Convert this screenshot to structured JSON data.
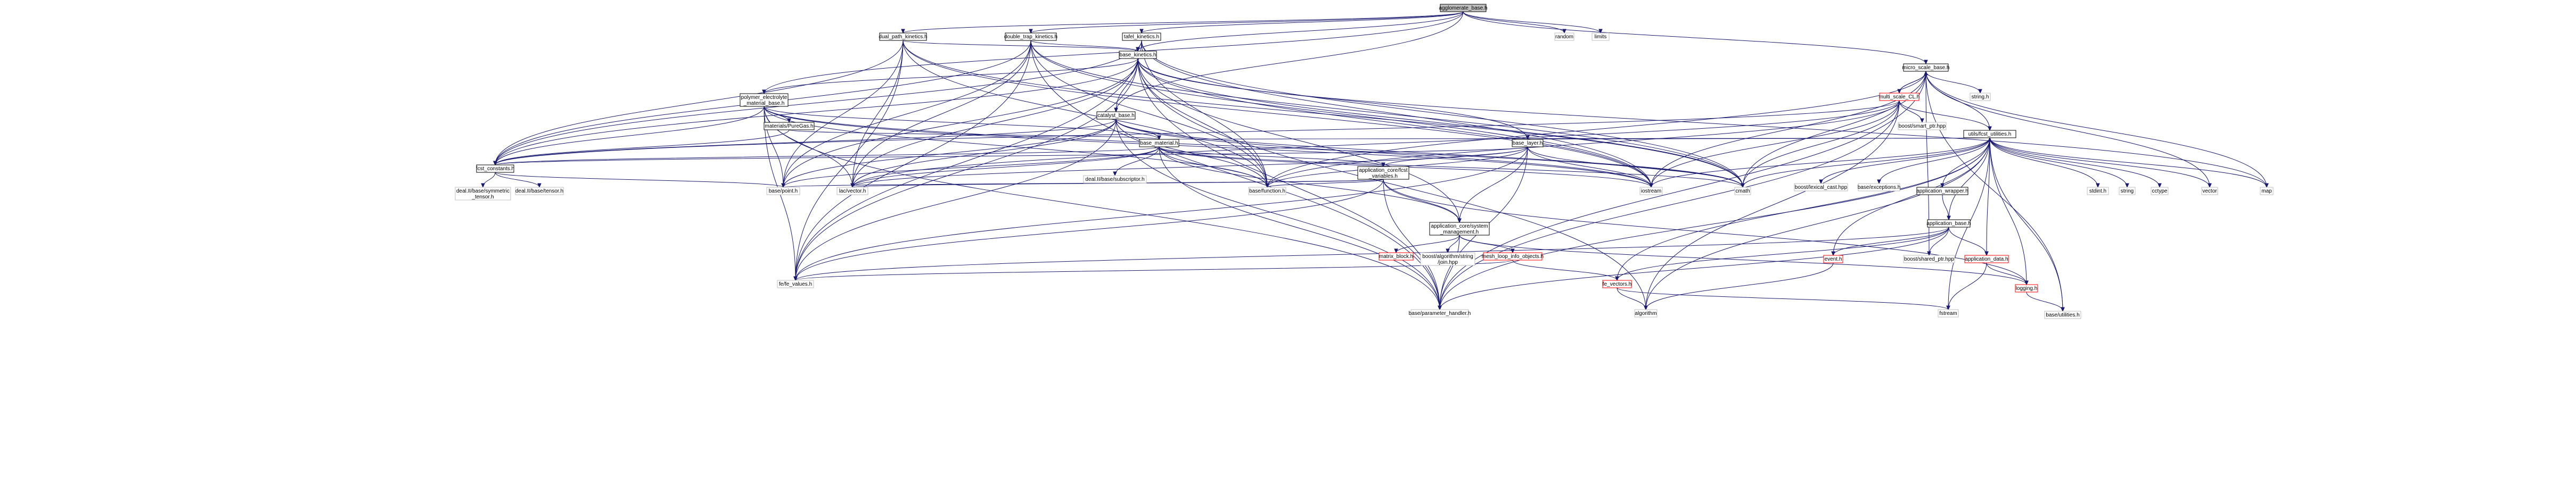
{
  "graph": {
    "nodes": [
      {
        "id": "agglomerate_base",
        "lines": [
          "agglomerate_base.h"
        ],
        "style": "root"
      },
      {
        "id": "dual_path_kinetics",
        "lines": [
          "dual_path_kinetics.h"
        ],
        "style": "normal"
      },
      {
        "id": "double_trap_kinetics",
        "lines": [
          "double_trap_kinetics.h"
        ],
        "style": "normal"
      },
      {
        "id": "tafel_kinetics",
        "lines": [
          "tafel_kinetics.h"
        ],
        "style": "normal"
      },
      {
        "id": "random",
        "lines": [
          "random"
        ],
        "style": "gray"
      },
      {
        "id": "limits",
        "lines": [
          "limits"
        ],
        "style": "gray"
      },
      {
        "id": "base_kinetics",
        "lines": [
          "base_kinetics.h"
        ],
        "style": "normal"
      },
      {
        "id": "polymer_electrolyte",
        "lines": [
          "polymer_electrolyte",
          "_material_base.h"
        ],
        "style": "normal"
      },
      {
        "id": "materials_puregas",
        "lines": [
          "materials/PureGas.h"
        ],
        "style": "normal"
      },
      {
        "id": "catalyst_base",
        "lines": [
          "catalyst_base.h"
        ],
        "style": "normal"
      },
      {
        "id": "base_material",
        "lines": [
          "base_material.h"
        ],
        "style": "normal"
      },
      {
        "id": "base_layer",
        "lines": [
          "base_layer.h"
        ],
        "style": "normal"
      },
      {
        "id": "application_core_fcst_variables",
        "lines": [
          "application_core/fcst",
          "_variables.h"
        ],
        "style": "normal"
      },
      {
        "id": "application_core_system_management",
        "lines": [
          "application_core/system",
          "_management.h"
        ],
        "style": "normal"
      },
      {
        "id": "fcst_constants",
        "lines": [
          "fcst_constants.h"
        ],
        "style": "normal"
      },
      {
        "id": "deal_subscriptor",
        "lines": [
          "deal.II/base/subscriptor.h"
        ],
        "style": "gray"
      },
      {
        "id": "deal_symmetric_tensor",
        "lines": [
          "deal.II/base/symmetric",
          "_tensor.h"
        ],
        "style": "gray"
      },
      {
        "id": "deal_tensor",
        "lines": [
          "deal.II/base/tensor.h"
        ],
        "style": "gray"
      },
      {
        "id": "base_point",
        "lines": [
          "base/point.h"
        ],
        "style": "gray"
      },
      {
        "id": "lac_vector",
        "lines": [
          "lac/vector.h"
        ],
        "style": "gray"
      },
      {
        "id": "base_function",
        "lines": [
          "base/function.h"
        ],
        "style": "gray"
      },
      {
        "id": "fe_fe_values",
        "lines": [
          "fe/fe_values.h"
        ],
        "style": "gray"
      },
      {
        "id": "base_parameter_handler",
        "lines": [
          "base/parameter_handler.h"
        ],
        "style": "gray"
      },
      {
        "id": "matrix_block",
        "lines": [
          "matrix_block.h"
        ],
        "style": "red"
      },
      {
        "id": "boost_algorithm_string",
        "lines": [
          "boost/algorithm/string",
          "/join.hpp"
        ],
        "style": "gray"
      },
      {
        "id": "mesh_loop_info_objects",
        "lines": [
          "mesh_loop_info_objects.h"
        ],
        "style": "red"
      },
      {
        "id": "iostream",
        "lines": [
          "iostream"
        ],
        "style": "gray"
      },
      {
        "id": "cmath",
        "lines": [
          "cmath"
        ],
        "style": "gray"
      },
      {
        "id": "micro_scale_base",
        "lines": [
          "micro_scale_base.h"
        ],
        "style": "normal"
      },
      {
        "id": "string_h",
        "lines": [
          "string.h"
        ],
        "style": "gray"
      },
      {
        "id": "multi_scale_cl",
        "lines": [
          "multi_scale_CL.h"
        ],
        "style": "red"
      },
      {
        "id": "boost_smart_ptr",
        "lines": [
          "boost/smart_ptr.hpp"
        ],
        "style": "gray"
      },
      {
        "id": "utils_fcst_utilities",
        "lines": [
          "utils/fcst_utilities.h"
        ],
        "style": "normal"
      },
      {
        "id": "boost_lexical_cast",
        "lines": [
          "boost/lexical_cast.hpp"
        ],
        "style": "gray"
      },
      {
        "id": "base_exceptions",
        "lines": [
          "base/exceptions.h"
        ],
        "style": "gray"
      },
      {
        "id": "application_wrapper",
        "lines": [
          "application_wrapper.h"
        ],
        "style": "normal"
      },
      {
        "id": "application_base",
        "lines": [
          "application_base.h"
        ],
        "style": "normal"
      },
      {
        "id": "event_h",
        "lines": [
          "event.h"
        ],
        "style": "red"
      },
      {
        "id": "boost_shared_ptr",
        "lines": [
          "boost/shared_ptr.hpp"
        ],
        "style": "gray"
      },
      {
        "id": "application_data",
        "lines": [
          "application_data.h"
        ],
        "style": "red"
      },
      {
        "id": "fe_vectors",
        "lines": [
          "fe_vectors.h"
        ],
        "style": "red"
      },
      {
        "id": "algorithm",
        "lines": [
          "algorithm"
        ],
        "style": "gray"
      },
      {
        "id": "fstream",
        "lines": [
          "fstream"
        ],
        "style": "gray"
      },
      {
        "id": "logging_h",
        "lines": [
          "logging.h"
        ],
        "style": "red"
      },
      {
        "id": "base_utilities",
        "lines": [
          "base/utilities.h"
        ],
        "style": "gray"
      },
      {
        "id": "stdint_h",
        "lines": [
          "stdint.h"
        ],
        "style": "gray"
      },
      {
        "id": "string",
        "lines": [
          "string"
        ],
        "style": "gray"
      },
      {
        "id": "cctype",
        "lines": [
          "cctype"
        ],
        "style": "gray"
      },
      {
        "id": "vector",
        "lines": [
          "vector"
        ],
        "style": "gray"
      },
      {
        "id": "map",
        "lines": [
          "map"
        ],
        "style": "gray"
      }
    ],
    "edges": [
      [
        "agglomerate_base",
        "dual_path_kinetics"
      ],
      [
        "agglomerate_base",
        "double_trap_kinetics"
      ],
      [
        "agglomerate_base",
        "tafel_kinetics"
      ],
      [
        "agglomerate_base",
        "random"
      ],
      [
        "agglomerate_base",
        "limits"
      ],
      [
        "agglomerate_base",
        "base_kinetics"
      ],
      [
        "agglomerate_base",
        "polymer_electrolyte"
      ],
      [
        "agglomerate_base",
        "catalyst_base"
      ],
      [
        "agglomerate_base",
        "micro_scale_base"
      ],
      [
        "dual_path_kinetics",
        "base_kinetics"
      ],
      [
        "dual_path_kinetics",
        "fcst_constants"
      ],
      [
        "dual_path_kinetics",
        "base_function"
      ],
      [
        "dual_path_kinetics",
        "fe_fe_values"
      ],
      [
        "dual_path_kinetics",
        "lac_vector"
      ],
      [
        "dual_path_kinetics",
        "base_point"
      ],
      [
        "dual_path_kinetics",
        "iostream"
      ],
      [
        "dual_path_kinetics",
        "cmath"
      ],
      [
        "double_trap_kinetics",
        "base_kinetics"
      ],
      [
        "double_trap_kinetics",
        "fcst_constants"
      ],
      [
        "double_trap_kinetics",
        "base_function"
      ],
      [
        "double_trap_kinetics",
        "fe_fe_values"
      ],
      [
        "double_trap_kinetics",
        "base_point"
      ],
      [
        "double_trap_kinetics",
        "lac_vector"
      ],
      [
        "double_trap_kinetics",
        "iostream"
      ],
      [
        "double_trap_kinetics",
        "cmath"
      ],
      [
        "double_trap_kinetics",
        "base_parameter_handler"
      ],
      [
        "tafel_kinetics",
        "base_kinetics"
      ],
      [
        "tafel_kinetics",
        "fcst_constants"
      ],
      [
        "tafel_kinetics",
        "base_function"
      ],
      [
        "tafel_kinetics",
        "fe_fe_values"
      ],
      [
        "tafel_kinetics",
        "iostream"
      ],
      [
        "tafel_kinetics",
        "cmath"
      ],
      [
        "base_kinetics",
        "polymer_electrolyte"
      ],
      [
        "base_kinetics",
        "catalyst_base"
      ],
      [
        "base_kinetics",
        "base_layer"
      ],
      [
        "base_kinetics",
        "fcst_constants"
      ],
      [
        "base_kinetics",
        "base_function"
      ],
      [
        "base_kinetics",
        "fe_fe_values"
      ],
      [
        "base_kinetics",
        "lac_vector"
      ],
      [
        "base_kinetics",
        "base_point"
      ],
      [
        "base_kinetics",
        "base_parameter_handler"
      ],
      [
        "base_kinetics",
        "application_core_system_management"
      ],
      [
        "base_kinetics",
        "iostream"
      ],
      [
        "base_kinetics",
        "cmath"
      ],
      [
        "base_kinetics",
        "map"
      ],
      [
        "base_kinetics",
        "algorithm"
      ],
      [
        "polymer_electrolyte",
        "materials_puregas"
      ],
      [
        "polymer_electrolyte",
        "base_material"
      ],
      [
        "polymer_electrolyte",
        "fcst_constants"
      ],
      [
        "polymer_electrolyte",
        "base_function"
      ],
      [
        "polymer_electrolyte",
        "fe_fe_values"
      ],
      [
        "polymer_electrolyte",
        "lac_vector"
      ],
      [
        "polymer_electrolyte",
        "base_point"
      ],
      [
        "polymer_electrolyte",
        "iostream"
      ],
      [
        "polymer_electrolyte",
        "cmath"
      ],
      [
        "polymer_electrolyte",
        "base_parameter_handler"
      ],
      [
        "materials_puregas",
        "base_material"
      ],
      [
        "materials_puregas",
        "fcst_constants"
      ],
      [
        "catalyst_base",
        "base_material"
      ],
      [
        "catalyst_base",
        "fcst_constants"
      ],
      [
        "catalyst_base",
        "base_function"
      ],
      [
        "catalyst_base",
        "lac_vector"
      ],
      [
        "catalyst_base",
        "base_point"
      ],
      [
        "catalyst_base",
        "fe_fe_values"
      ],
      [
        "catalyst_base",
        "iostream"
      ],
      [
        "catalyst_base",
        "cmath"
      ],
      [
        "catalyst_base",
        "base_parameter_handler"
      ],
      [
        "base_material",
        "application_core_fcst_variables"
      ],
      [
        "base_material",
        "application_core_system_management"
      ],
      [
        "base_material",
        "fcst_constants"
      ],
      [
        "base_material",
        "deal_subscriptor"
      ],
      [
        "base_material",
        "base_function"
      ],
      [
        "base_material",
        "lac_vector"
      ],
      [
        "base_material",
        "base_point"
      ],
      [
        "base_material",
        "base_parameter_handler"
      ],
      [
        "base_material",
        "iostream"
      ],
      [
        "base_material",
        "cmath"
      ],
      [
        "base_material",
        "utils_fcst_utilities"
      ],
      [
        "base_layer",
        "application_core_fcst_variables"
      ],
      [
        "base_layer",
        "application_core_system_management"
      ],
      [
        "base_layer",
        "fcst_constants"
      ],
      [
        "base_layer",
        "base_function"
      ],
      [
        "base_layer",
        "lac_vector"
      ],
      [
        "base_layer",
        "fe_fe_values"
      ],
      [
        "base_layer",
        "base_parameter_handler"
      ],
      [
        "base_layer",
        "iostream"
      ],
      [
        "base_layer",
        "cmath"
      ],
      [
        "base_layer",
        "utils_fcst_utilities"
      ],
      [
        "application_core_fcst_variables",
        "application_core_system_management"
      ],
      [
        "application_core_fcst_variables",
        "base_function"
      ],
      [
        "application_core_fcst_variables",
        "lac_vector"
      ],
      [
        "application_core_fcst_variables",
        "base_point"
      ],
      [
        "application_core_fcst_variables",
        "fe_fe_values"
      ],
      [
        "application_core_fcst_variables",
        "base_parameter_handler"
      ],
      [
        "application_core_fcst_variables",
        "logging_h"
      ],
      [
        "application_core_system_management",
        "matrix_block"
      ],
      [
        "application_core_system_management",
        "boost_algorithm_string"
      ],
      [
        "application_core_system_management",
        "mesh_loop_info_objects"
      ],
      [
        "application_core_system_management",
        "base_parameter_handler"
      ],
      [
        "application_core_system_management",
        "logging_h"
      ],
      [
        "mesh_loop_info_objects",
        "fe_fe_values"
      ],
      [
        "mesh_loop_info_objects",
        "fe_vectors"
      ],
      [
        "fcst_constants",
        "deal_symmetric_tensor"
      ],
      [
        "fcst_constants",
        "deal_tensor"
      ],
      [
        "fcst_constants",
        "base_point"
      ],
      [
        "micro_scale_base",
        "multi_scale_cl"
      ],
      [
        "micro_scale_base",
        "string_h"
      ],
      [
        "micro_scale_base",
        "utils_fcst_utilities"
      ],
      [
        "micro_scale_base",
        "base_function"
      ],
      [
        "micro_scale_base",
        "iostream"
      ],
      [
        "micro_scale_base",
        "cmath"
      ],
      [
        "micro_scale_base",
        "base_parameter_handler"
      ],
      [
        "micro_scale_base",
        "vector"
      ],
      [
        "micro_scale_base",
        "map"
      ],
      [
        "micro_scale_base",
        "base_utilities"
      ],
      [
        "micro_scale_base",
        "boost_shared_ptr"
      ],
      [
        "multi_scale_cl",
        "micro_scale_base"
      ],
      [
        "multi_scale_cl",
        "boost_smart_ptr"
      ],
      [
        "multi_scale_cl",
        "utils_fcst_utilities"
      ],
      [
        "multi_scale_cl",
        "fcst_constants"
      ],
      [
        "multi_scale_cl",
        "base_function"
      ],
      [
        "multi_scale_cl",
        "iostream"
      ],
      [
        "multi_scale_cl",
        "cmath"
      ],
      [
        "multi_scale_cl",
        "base_parameter_handler"
      ],
      [
        "multi_scale_cl",
        "lac_vector"
      ],
      [
        "multi_scale_cl",
        "algorithm"
      ],
      [
        "utils_fcst_utilities",
        "boost_lexical_cast"
      ],
      [
        "utils_fcst_utilities",
        "base_exceptions"
      ],
      [
        "utils_fcst_utilities",
        "application_wrapper"
      ],
      [
        "utils_fcst_utilities",
        "application_base"
      ],
      [
        "utils_fcst_utilities",
        "event_h"
      ],
      [
        "utils_fcst_utilities",
        "application_data"
      ],
      [
        "utils_fcst_utilities",
        "fe_vectors"
      ],
      [
        "utils_fcst_utilities",
        "logging_h"
      ],
      [
        "utils_fcst_utilities",
        "base_utilities"
      ],
      [
        "utils_fcst_utilities",
        "stdint_h"
      ],
      [
        "utils_fcst_utilities",
        "string"
      ],
      [
        "utils_fcst_utilities",
        "cctype"
      ],
      [
        "utils_fcst_utilities",
        "vector"
      ],
      [
        "utils_fcst_utilities",
        "map"
      ],
      [
        "utils_fcst_utilities",
        "fstream"
      ],
      [
        "utils_fcst_utilities",
        "cmath"
      ],
      [
        "utils_fcst_utilities",
        "iostream"
      ],
      [
        "utils_fcst_utilities",
        "base_parameter_handler"
      ],
      [
        "utils_fcst_utilities",
        "algorithm"
      ],
      [
        "application_wrapper",
        "application_base"
      ],
      [
        "application_base",
        "event_h"
      ],
      [
        "application_base",
        "boost_shared_ptr"
      ],
      [
        "application_base",
        "application_data"
      ],
      [
        "application_base",
        "fe_vectors"
      ],
      [
        "application_base",
        "fe_fe_values"
      ],
      [
        "application_base",
        "base_parameter_handler"
      ],
      [
        "event_h",
        "algorithm"
      ],
      [
        "application_data",
        "fstream"
      ],
      [
        "application_data",
        "logging_h"
      ],
      [
        "fe_vectors",
        "fstream"
      ],
      [
        "fe_vectors",
        "algorithm"
      ],
      [
        "logging_h",
        "base_utilities"
      ]
    ]
  }
}
